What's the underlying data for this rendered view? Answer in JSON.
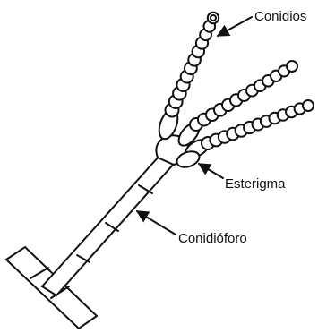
{
  "labels": {
    "conidios": "Conidios",
    "esterigma": "Esterigma",
    "conidioforo": "Conidióforo"
  }
}
